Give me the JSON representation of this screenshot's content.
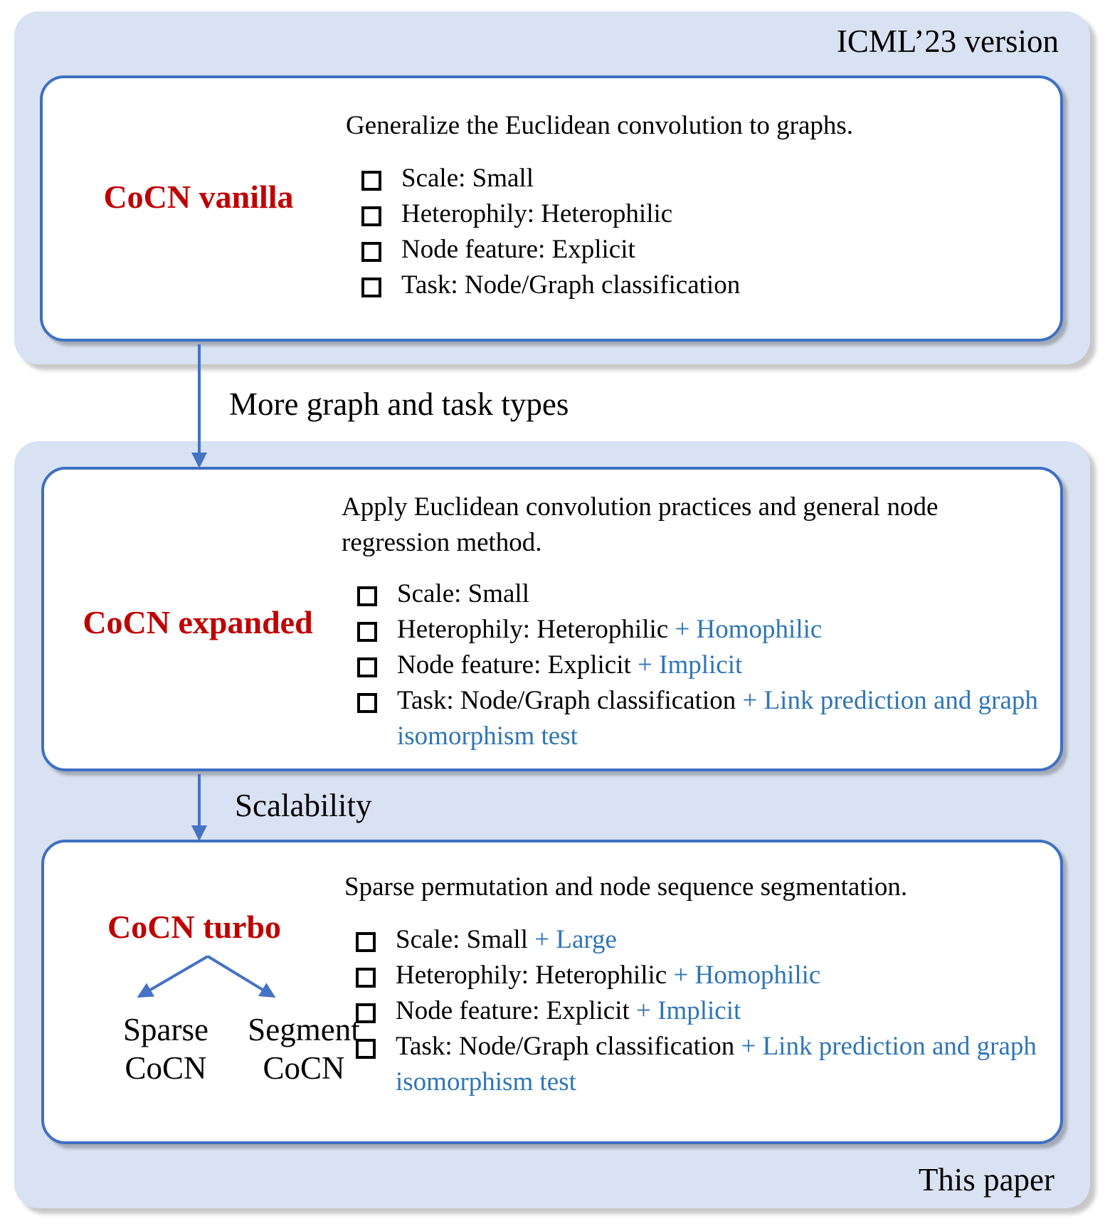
{
  "icml_panel": {
    "label": "ICML’23 version"
  },
  "paper_panel": {
    "label": "This paper"
  },
  "vanilla": {
    "name": "CoCN vanilla",
    "description": "Generalize the Euclidean convolution to graphs.",
    "features": [
      {
        "base": "Scale: Small",
        "added": ""
      },
      {
        "base": "Heterophily: Heterophilic",
        "added": ""
      },
      {
        "base": "Node feature: Explicit",
        "added": ""
      },
      {
        "base": "Task: Node/Graph classification",
        "added": ""
      }
    ]
  },
  "transition_1": {
    "label": "More graph and task types"
  },
  "expanded": {
    "name": "CoCN expanded",
    "description": "Apply Euclidean convolution practices and general node regression method.",
    "features": [
      {
        "base": "Scale: Small",
        "added": ""
      },
      {
        "base": "Heterophily: Heterophilic",
        "added": "+ Homophilic"
      },
      {
        "base": "Node feature: Explicit",
        "added": "+ Implicit"
      },
      {
        "base": "Task: Node/Graph classification",
        "added": "+ Link prediction and graph isomorphism test"
      }
    ]
  },
  "transition_2": {
    "label": "Scalability"
  },
  "turbo": {
    "name": "CoCN turbo",
    "variants": [
      {
        "line1": "Sparse",
        "line2": "CoCN"
      },
      {
        "line1": "Segment",
        "line2": "CoCN"
      }
    ],
    "description": "Sparse permutation and node sequence segmentation.",
    "features": [
      {
        "base": "Scale: Small",
        "added": "+ Large"
      },
      {
        "base": "Heterophily: Heterophilic",
        "added": "+ Homophilic"
      },
      {
        "base": "Node feature: Explicit",
        "added": "+ Implicit"
      },
      {
        "base": "Task: Node/Graph classification",
        "added": "+ Link prediction and graph isomorphism test"
      }
    ]
  },
  "colors": {
    "panel_bg": "#d9e2f2",
    "card_border": "#3e70c2",
    "model_name": "#c00000",
    "addition_text": "#2e75b6",
    "arrow": "#4472c4"
  }
}
